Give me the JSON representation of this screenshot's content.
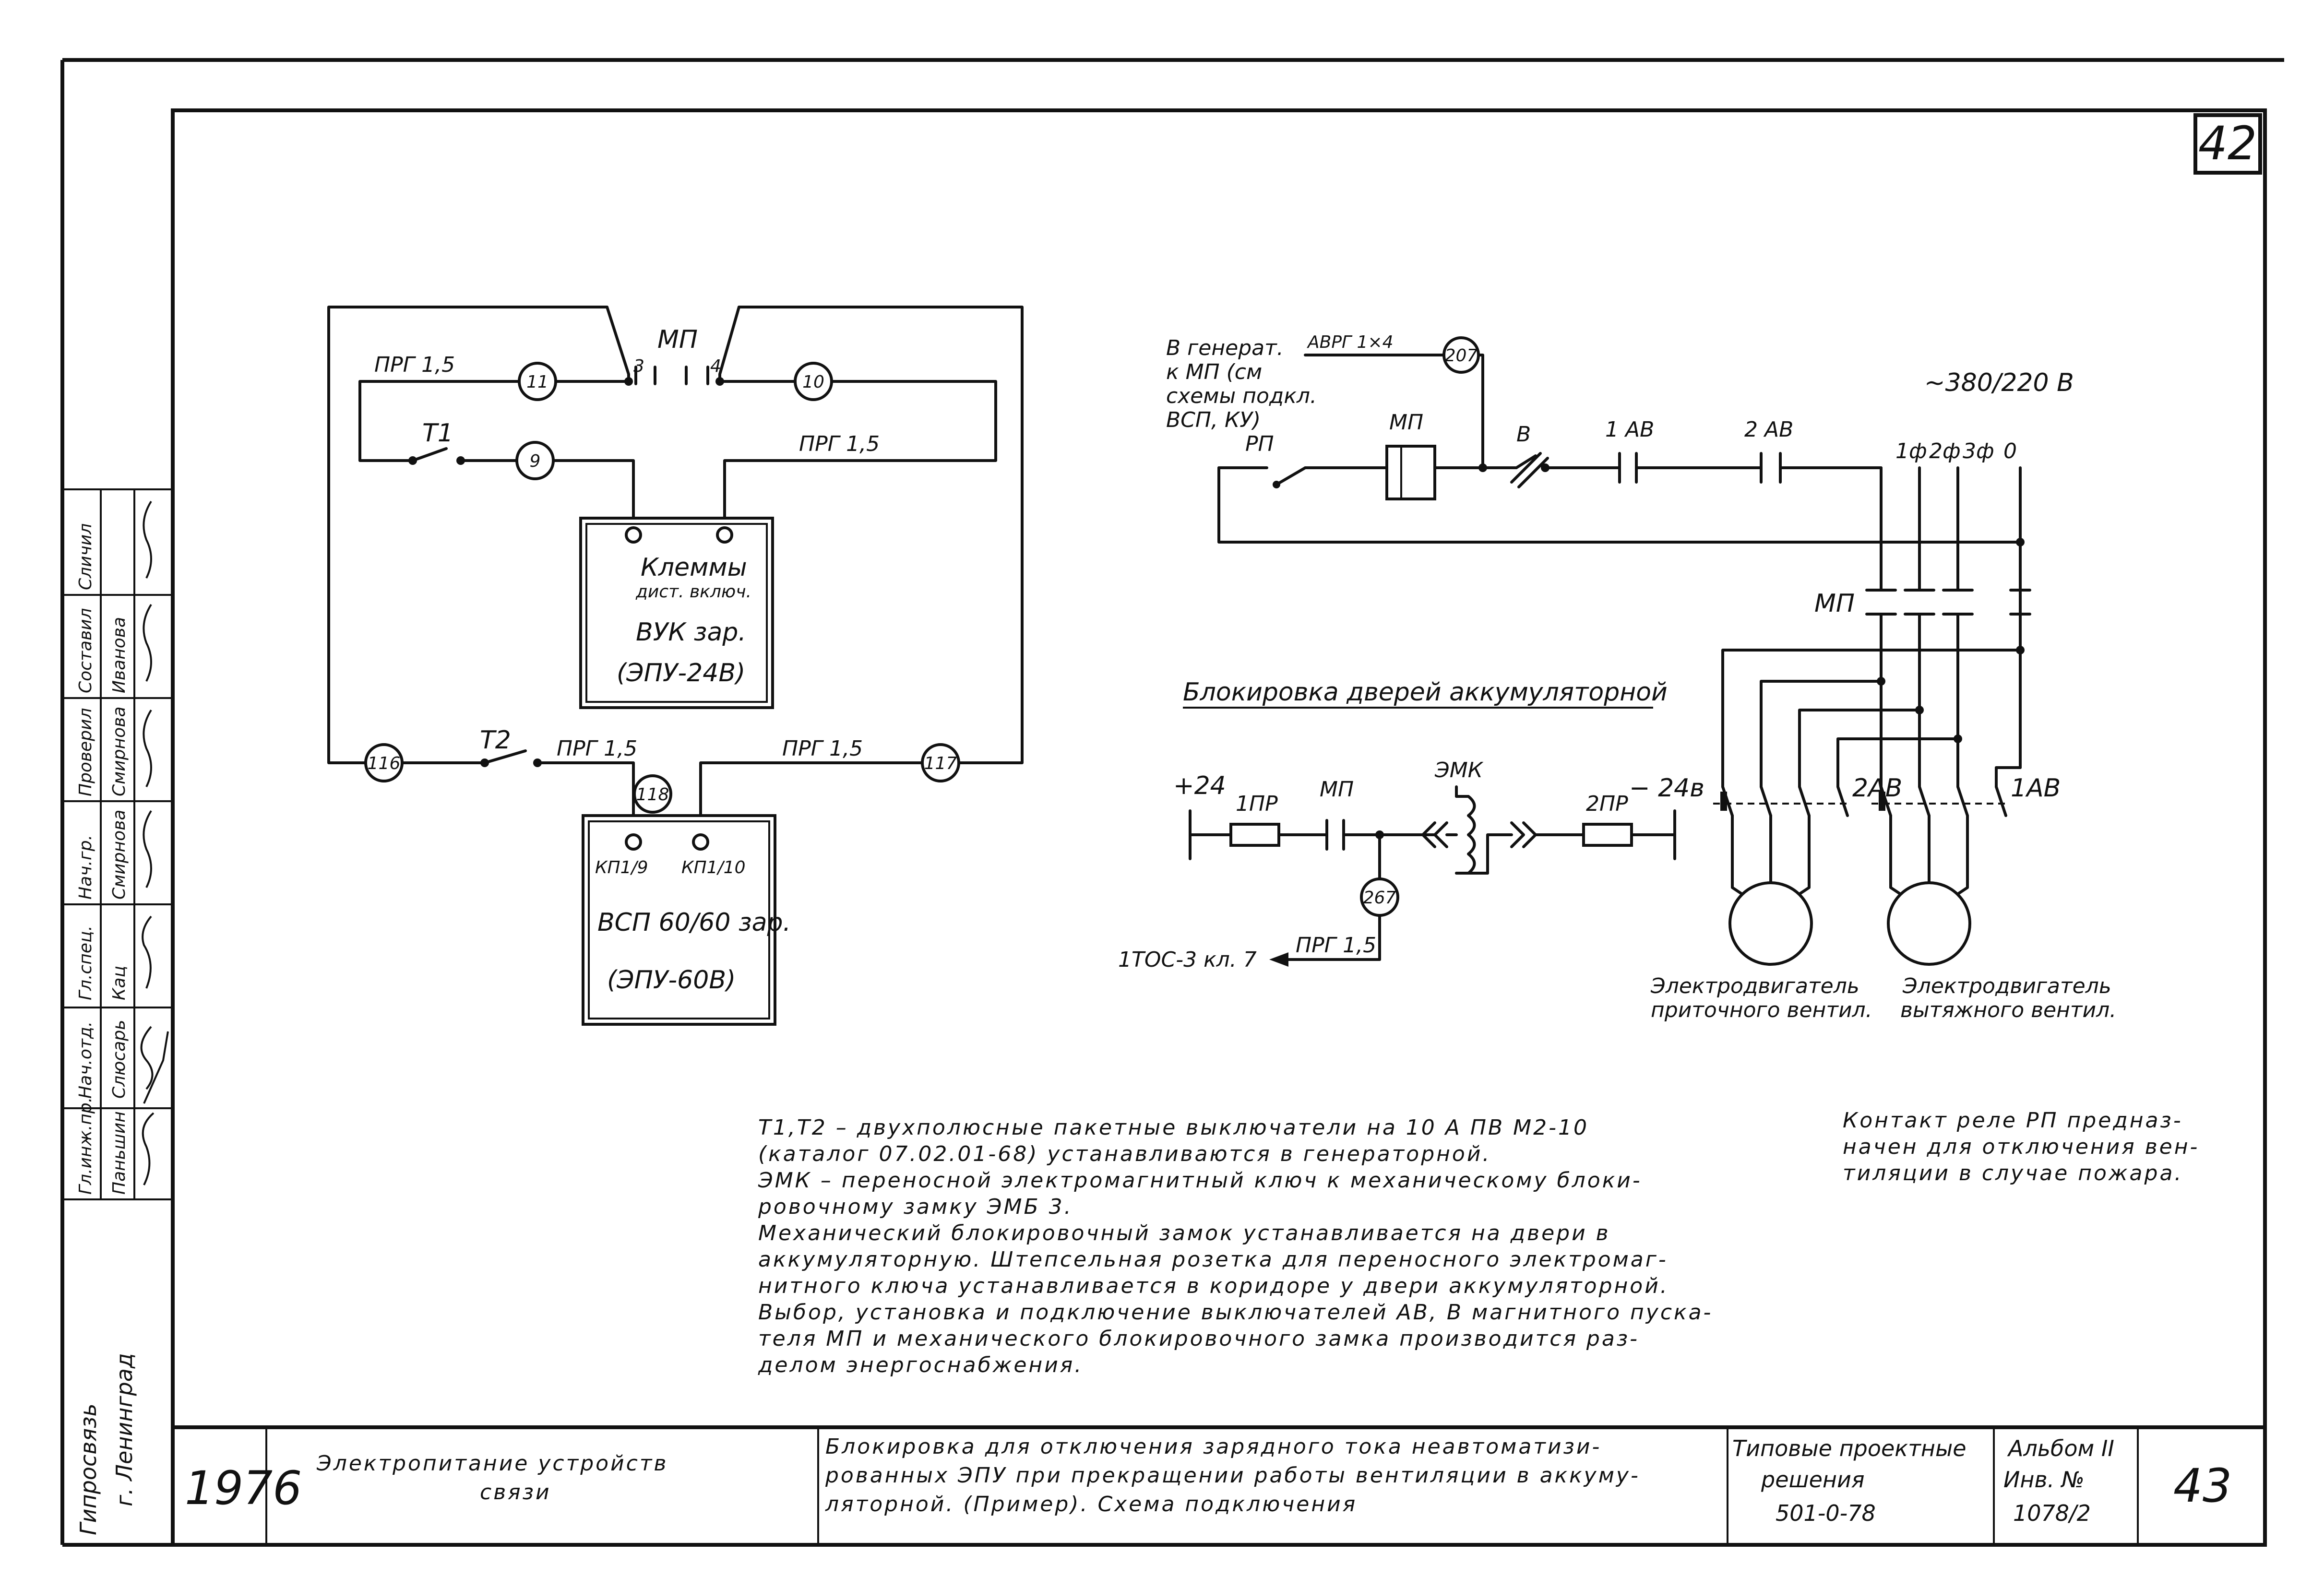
{
  "sheet": {
    "corner_number": "42",
    "page_number": "43"
  },
  "left_circuit": {
    "mp_label": "МП",
    "contact_3": "3",
    "contact_4": "4",
    "wire_prg_left": "ПРГ 1,5",
    "wire_prg_right": "ПРГ 1,5",
    "node_11": "11",
    "node_10": "10",
    "node_9": "9",
    "switch_t1": "Т1",
    "vuk_terminals_title": "Клеммы",
    "vuk_terminals_sub": "дист. включ.",
    "vuk_name": "ВУК зар.",
    "vuk_model": "(ЭПУ-24В)",
    "node_116": "116",
    "node_117": "117",
    "node_118": "118",
    "switch_t2": "Т2",
    "wire_prg_t2": "ПРГ 1,5",
    "wire_prg_117": "ПРГ 1,5",
    "vsp_term_left": "КП1/9",
    "vsp_term_right": "КП1/10",
    "vsp_name": "ВСП 60/60 зар.",
    "vsp_model": "(ЭПУ-60В)"
  },
  "power_circuit": {
    "gen_note": [
      "В генерат.",
      "к МП (см",
      "схемы подкл.",
      "ВСП, КУ)"
    ],
    "cable": "АВРГ 1×4",
    "node_207": "207",
    "rp_label": "РП",
    "mp_coil_label": "МП",
    "v_label": "В",
    "ab1_label": "1 АВ",
    "ab2_label": "2 АВ",
    "voltage": "~380/220 В",
    "phase_1": "1ф",
    "phase_2": "2ф",
    "phase_3": "3ф",
    "neutral": "0",
    "mp_contacts_label": "МП",
    "breaker_2ab": "2АВ",
    "breaker_1ab": "1АВ",
    "motor_1_caption": [
      "Электродвигатель",
      "приточного вентил."
    ],
    "motor_2_caption": [
      "Электродвигатель",
      "вытяжного вентил."
    ]
  },
  "door_lock": {
    "title": "Блокировка дверей аккумуляторной",
    "plus24": "+24",
    "minus24": "− 24в",
    "fuse_1": "1ПР",
    "fuse_2": "2ПР",
    "mp_label": "МП",
    "emk_label": "ЭМК",
    "node_267": "267",
    "wire": "ПРГ 1,5",
    "dest": "1ТОС-3 кл. 7"
  },
  "notes": [
    "Т1,Т2 – двухполюсные пакетные выключатели на 10 А  ПВ М2-10",
    "(каталог 07.02.01-68) устанавливаются в генераторной.",
    "ЭМК – переносной электромагнитный ключ к механическому блоки-",
    "ровочному замку ЭМБ 3.",
    "Механический блокировочный замок устанавливается на двери в",
    "аккумуляторную. Штепсельная розетка для переносного электромаг-",
    "нитного ключа устанавливается в коридоре у двери аккумуляторной.",
    "Выбор, установка и подключение выключателей АВ, В магнитного пуска-",
    "теля МП и механического блокировочного замка производится раз-",
    "делом   энергоснабжения."
  ],
  "side_note": [
    "Контакт реле РП предназ-",
    "начен для отключения вен-",
    "тиляции в случае пожара."
  ],
  "stamp": {
    "org": [
      "Гипросвязь",
      "г. Ленинград"
    ],
    "roles": [
      "Гл.инж.пр.",
      "Нач.отд.",
      "Гл.спец.",
      "Нач.гр.",
      "Проверил",
      "Составил",
      "Сличил"
    ],
    "names": [
      "Паньшин",
      "Слюсарь",
      "Кац",
      "Смирнова",
      "Смирнова",
      "Иванова",
      ""
    ],
    "year": "1976",
    "topic": [
      "Электропитание   устройств",
      "связи"
    ],
    "title": [
      "Блокировка для отключения зарядного тока неавтоматизи-",
      "рованных ЭПУ при прекращении работы вентиляции в аккуму-",
      "ляторной. (Пример).      Схема  подключения"
    ],
    "series": [
      "Типовые проектные",
      "решения",
      "501-0-78"
    ],
    "album": [
      "Альбом II",
      "Инв. №",
      "1078/2"
    ]
  }
}
